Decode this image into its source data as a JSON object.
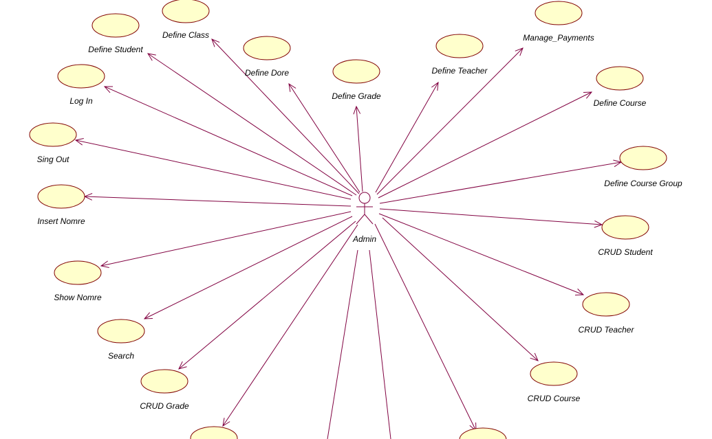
{
  "colors": {
    "use_case_fill": "#ffffcc",
    "use_case_border": "#800000",
    "association_line": "#800040",
    "background": "#ffffff"
  },
  "actor": {
    "name": "Admin"
  },
  "use_cases": [
    {
      "id": "define-student",
      "label": "Define Student"
    },
    {
      "id": "define-class",
      "label": "Define Class"
    },
    {
      "id": "define-dore",
      "label": "Define Dore"
    },
    {
      "id": "define-grade",
      "label": "Define Grade"
    },
    {
      "id": "define-teacher",
      "label": "Define Teacher"
    },
    {
      "id": "manage-payments",
      "label": "Manage_Payments"
    },
    {
      "id": "define-course",
      "label": "Define Course"
    },
    {
      "id": "define-course-group",
      "label": "Define Course Group"
    },
    {
      "id": "crud-student",
      "label": "CRUD Student"
    },
    {
      "id": "crud-teacher",
      "label": "CRUD Teacher"
    },
    {
      "id": "crud-course",
      "label": "CRUD Course"
    },
    {
      "id": "log-in",
      "label": "Log In"
    },
    {
      "id": "sing-out",
      "label": "Sing Out"
    },
    {
      "id": "insert-nomre",
      "label": "Insert Nomre"
    },
    {
      "id": "show-nomre",
      "label": "Show Nomre"
    },
    {
      "id": "search",
      "label": "Search"
    },
    {
      "id": "crud-grade",
      "label": "CRUD Grade"
    },
    {
      "id": "unlabeled-bottom-left",
      "label": ""
    },
    {
      "id": "unlabeled-bottom-right",
      "label": ""
    }
  ],
  "associations_to_offscreen": 2
}
